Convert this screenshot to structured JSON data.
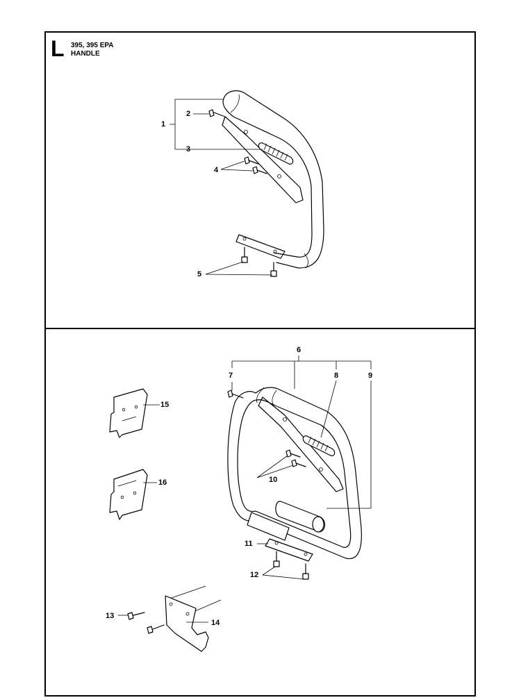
{
  "header": {
    "section_letter": "L",
    "model": "395, 395 EPA",
    "title": "HANDLE"
  },
  "callouts": {
    "c1": "1",
    "c2": "2",
    "c3": "3",
    "c4": "4",
    "c5": "5",
    "c6": "6",
    "c7": "7",
    "c8": "8",
    "c9": "9",
    "c10": "10",
    "c11": "11",
    "c12": "12",
    "c13": "13",
    "c14": "14",
    "c15": "15",
    "c16": "16"
  }
}
